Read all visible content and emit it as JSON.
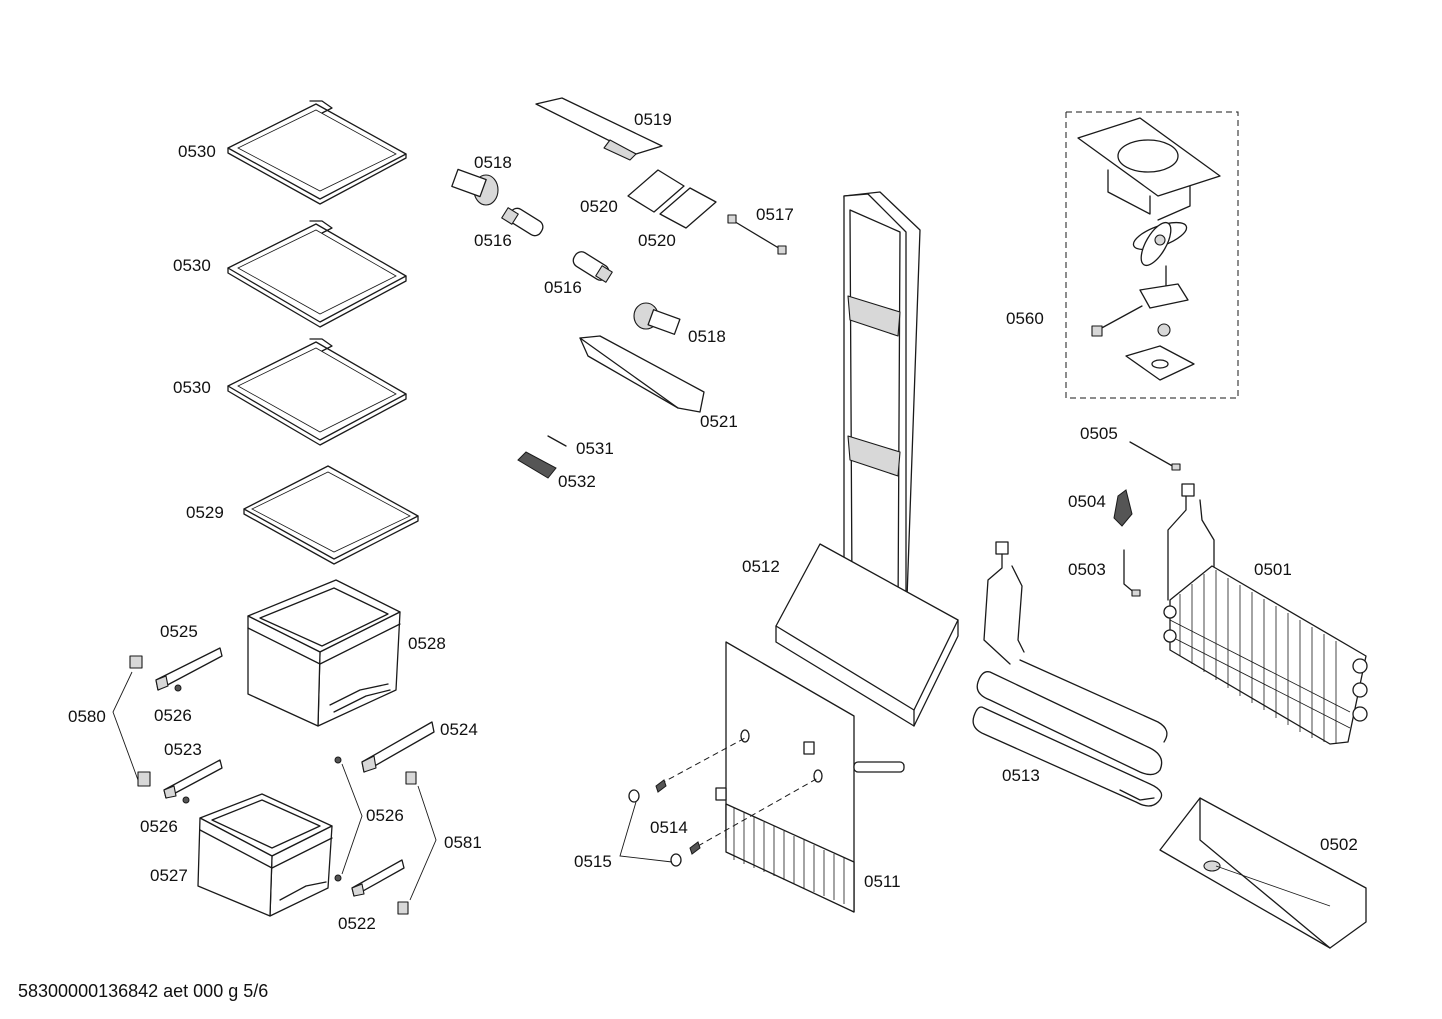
{
  "footer": "58300000136842 aet 000 g 5/6",
  "labels": {
    "l0530a": "0530",
    "l0530b": "0530",
    "l0530c": "0530",
    "l0529": "0529",
    "l0528": "0528",
    "l0527": "0527",
    "l0525": "0525",
    "l0526a": "0526",
    "l0526b": "0526",
    "l0526c": "0526",
    "l0523": "0523",
    "l0580": "0580",
    "l0524": "0524",
    "l0522": "0522",
    "l0581": "0581",
    "l0519": "0519",
    "l0518a": "0518",
    "l0518b": "0518",
    "l0516a": "0516",
    "l0516b": "0516",
    "l0520a": "0520",
    "l0520b": "0520",
    "l0517": "0517",
    "l0521": "0521",
    "l0531": "0531",
    "l0532": "0532",
    "l0512": "0512",
    "l0514": "0514",
    "l0515": "0515",
    "l0511": "0511",
    "l0560": "0560",
    "l0505": "0505",
    "l0504": "0504",
    "l0503": "0503",
    "l0501": "0501",
    "l0513": "0513",
    "l0502": "0502"
  }
}
